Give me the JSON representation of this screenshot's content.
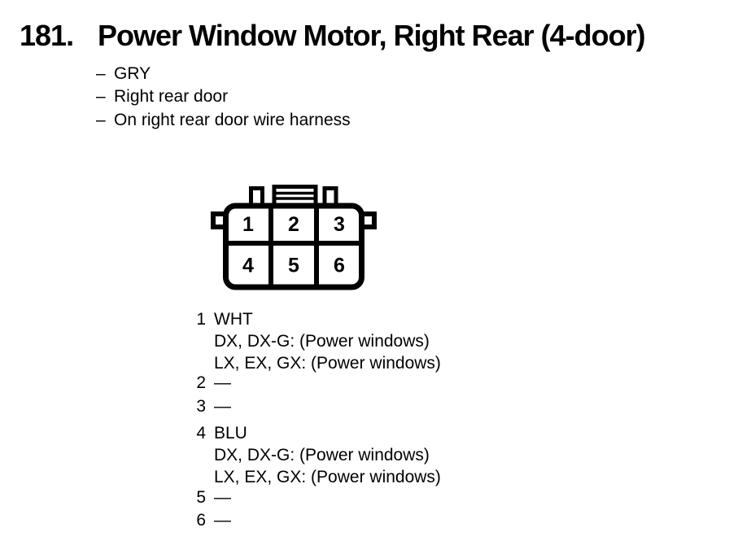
{
  "colors": {
    "ink": "#000000",
    "paper": "#ffffff"
  },
  "header": {
    "number": "181.",
    "title": "Power Window Motor, Right Rear (4-door)"
  },
  "details": [
    {
      "dash": "–",
      "text": "GRY"
    },
    {
      "dash": "–",
      "text": "Right rear door"
    },
    {
      "dash": "–",
      "text": "On right rear door wire harness"
    }
  ],
  "connector": {
    "cells": [
      "1",
      "2",
      "3",
      "4",
      "5",
      "6"
    ]
  },
  "pins": [
    {
      "number": "1",
      "lines": [
        "WHT",
        "DX, DX-G: (Power windows)",
        "LX, EX, GX: (Power windows)"
      ]
    },
    {
      "number": "2",
      "lines": [
        "—"
      ]
    },
    {
      "number": "3",
      "lines": [
        "—"
      ]
    },
    {
      "number": "4",
      "lines": [
        "BLU",
        "DX, DX-G: (Power windows)",
        "LX, EX, GX: (Power windows)"
      ]
    },
    {
      "number": "5",
      "lines": [
        "—"
      ]
    },
    {
      "number": "6",
      "lines": [
        "—"
      ]
    }
  ]
}
